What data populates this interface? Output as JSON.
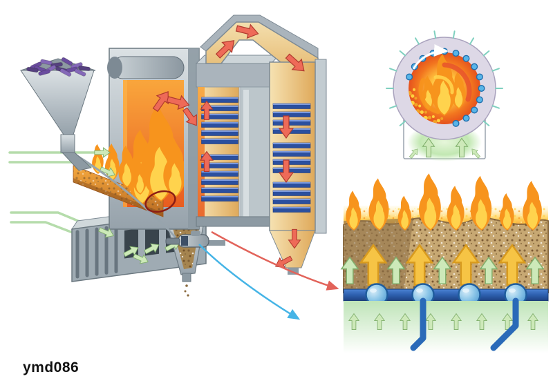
{
  "figure": {
    "caption": "ymd086",
    "type": "technical-illustration",
    "subject": "biomass-combustion-boiler-with-detail-views",
    "colors": {
      "flame_yellow": "#ffd34d",
      "flame_orange": "#f7941d",
      "flame_deep": "#ef5a24",
      "steel_light": "#d6dde0",
      "steel_mid": "#a7b2ba",
      "steel_dark": "#6b7880",
      "duct_tan": "#e8bd74",
      "tube_blue": "#2b4f9e",
      "tube_blue_light": "#7c9ade",
      "nozzle_blue": "#6fb9e4",
      "pipe_blue": "#2a6ab8",
      "bar_blue": "#2d5fae",
      "air_green": "#b5dcab",
      "air_green_fill": "#cde9b9",
      "glow_green": "#bfe6b0",
      "fuel_purple": "#6a4c9f",
      "bed_tan": "#c7a873",
      "bed_brown": "#8f7147",
      "arrow_red": "#ee6a58",
      "arrow_red_edge": "#b03a2e",
      "pointer_red": "#e2635a",
      "pointer_blue": "#45b4e6",
      "ring_lavender": "#ddd8e6",
      "caption_color": "#111111"
    }
  }
}
